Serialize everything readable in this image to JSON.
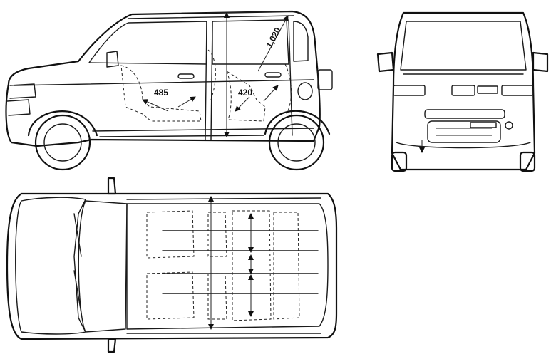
{
  "dimensions": {
    "front_legroom": "485",
    "rear_legroom": "420",
    "interior_height": "1,020"
  },
  "views": [
    "side-view",
    "front-view",
    "top-view"
  ]
}
